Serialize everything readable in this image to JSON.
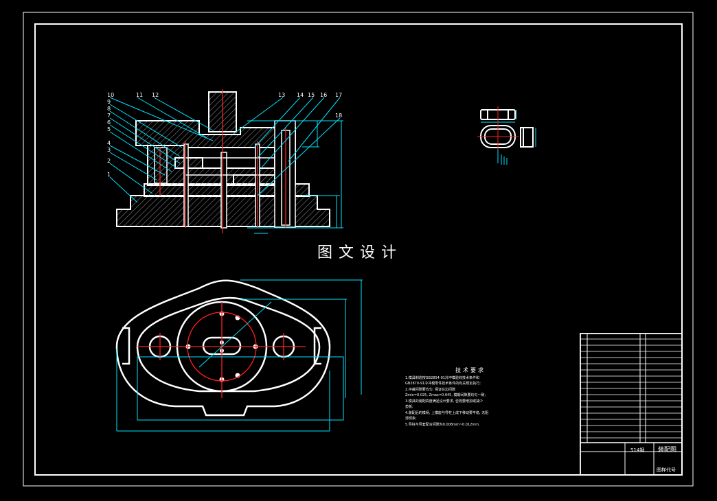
{
  "watermark": "图文设计",
  "part_numbers": [
    "10",
    "11",
    "12",
    "13",
    "14",
    "15",
    "16",
    "17",
    "18",
    "9",
    "8",
    "7",
    "6",
    "5",
    "4",
    "3",
    "2",
    "1"
  ],
  "tech_requirements": {
    "title": "技术要求",
    "lines": [
      "1.模具制造按GB2854-91冷冲模验收技术条件和",
      "GB2870-91冷冲模零件技术条件的有关规定执行;",
      "2.冲裁间隙要均匀, 保证在边间隙",
      "Zmin=0.025, Zmax=0.045, 模期间隙要均匀一致;",
      "3.模具的装配高度满足设计要求, 否则要增加或减少",
      "垫板;",
      "4.装配后的模柄, 上模座与导柱上成下移动要平稳, 无阻",
      "滞现象;",
      "5.导柱与导套配合间隙为0.008mm~0.012mm."
    ]
  },
  "title_block": {
    "drawing_name": "装配图",
    "scale_label": "S14钢",
    "code_label": "图样代号"
  },
  "colors": {
    "outline": "#ffffff",
    "dimension": "#00e5ff",
    "center": "#ff2020",
    "hatch": "#808080",
    "tag": "#ff30ff"
  }
}
